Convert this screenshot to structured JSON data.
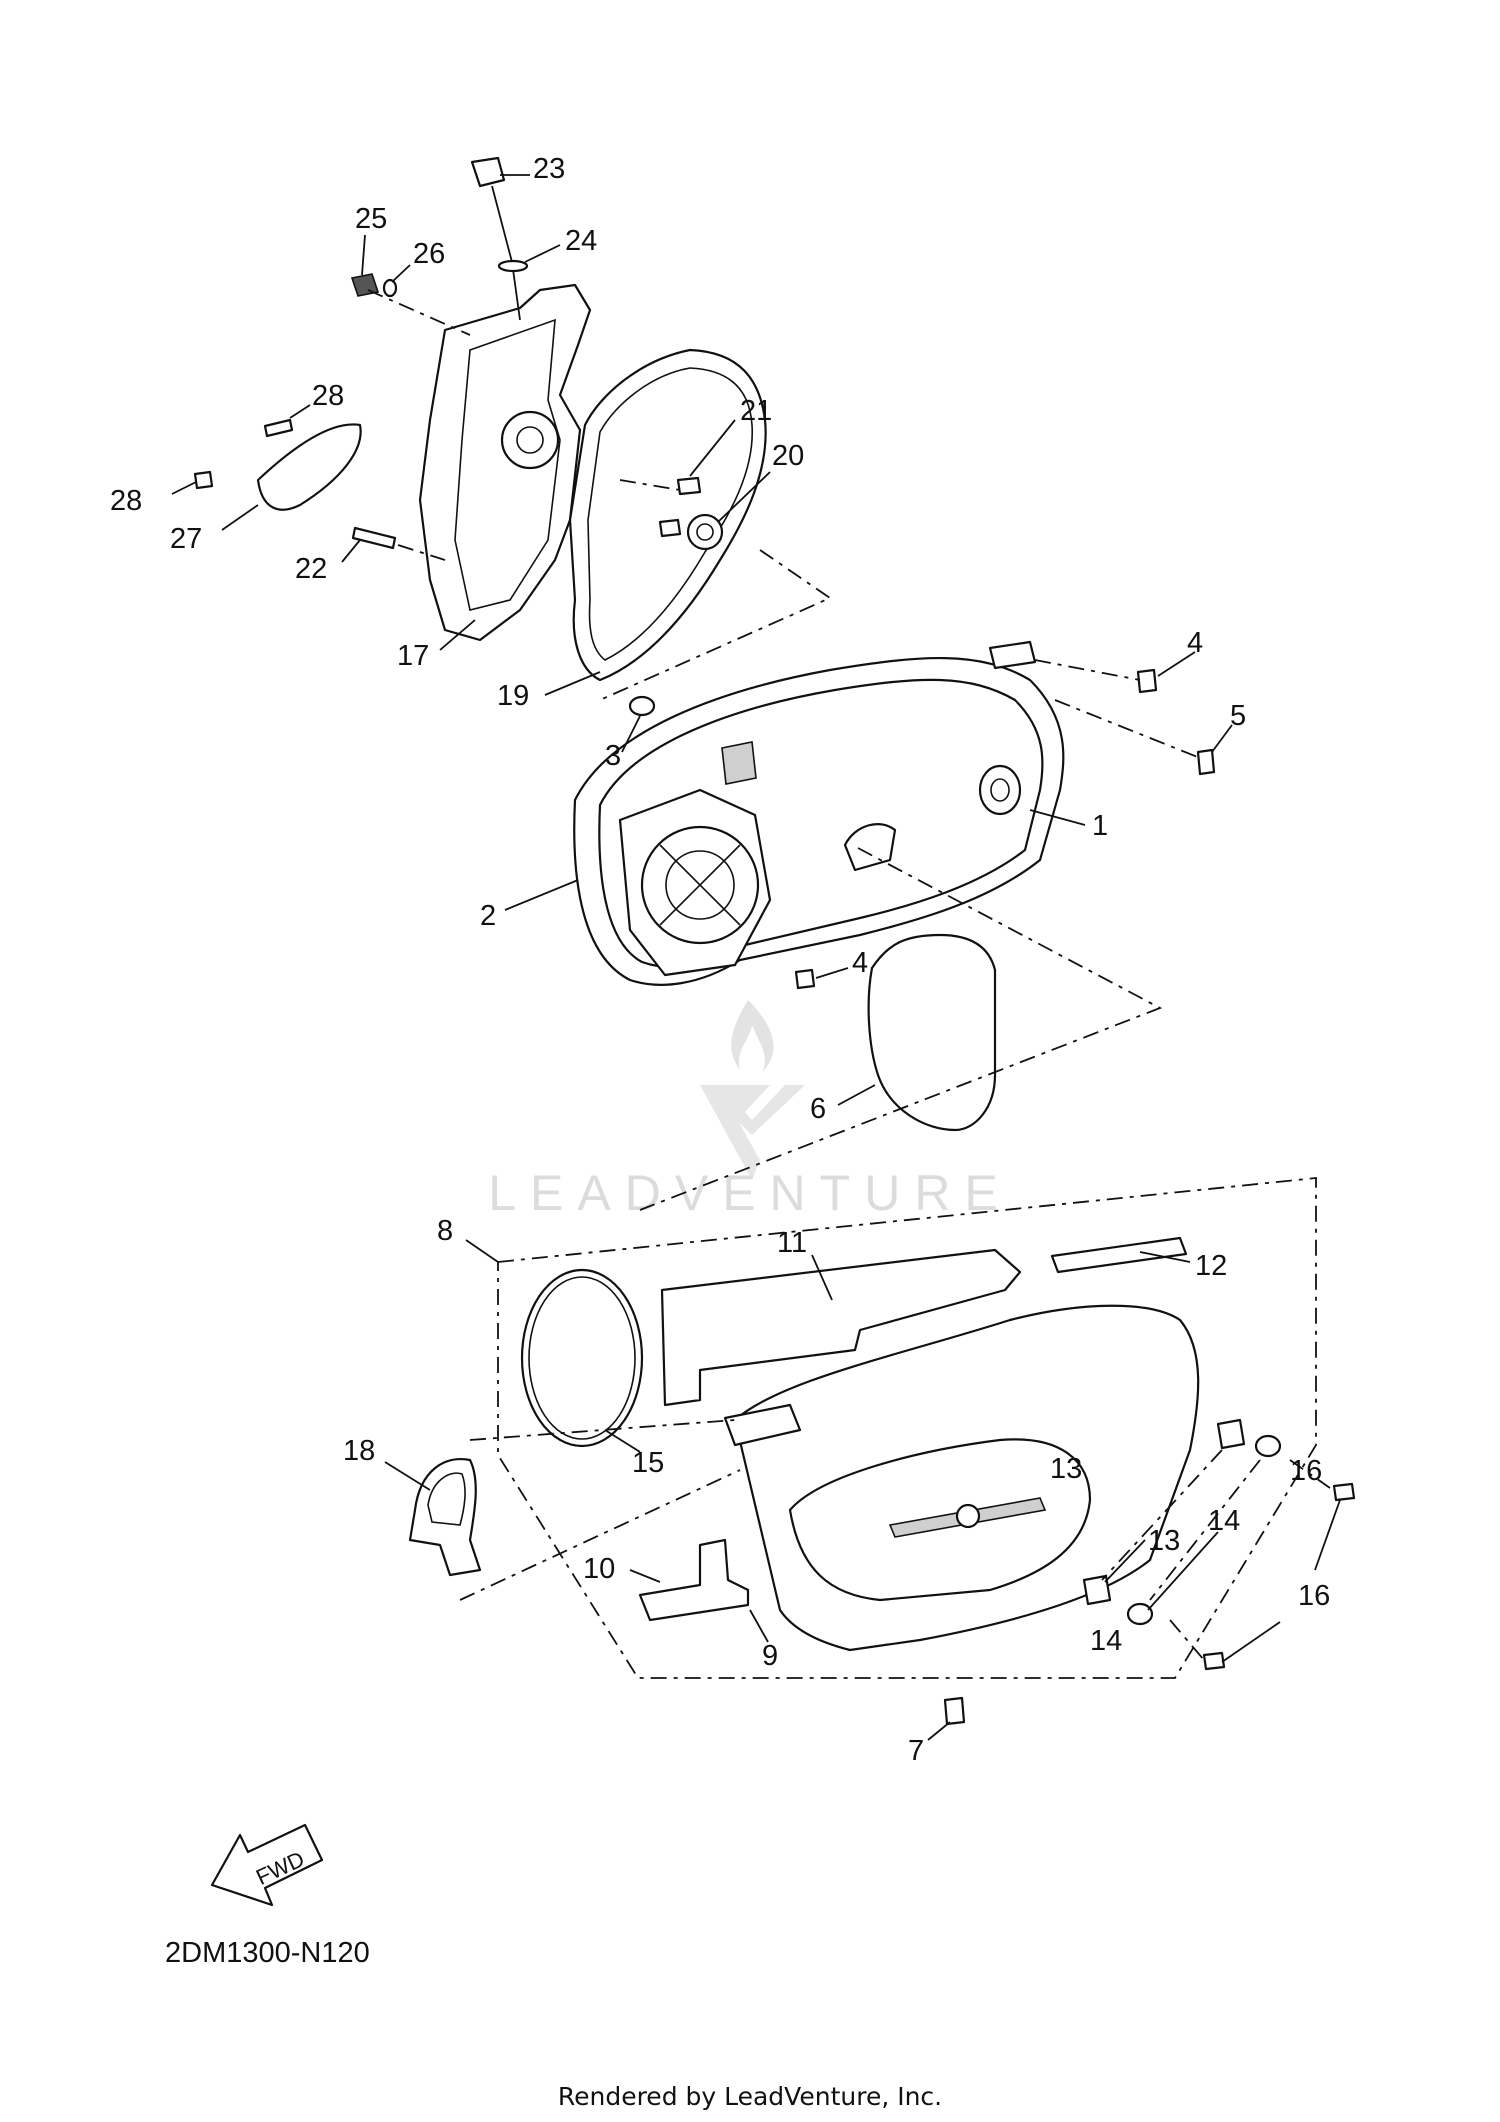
{
  "diagram": {
    "part_numbers": [
      "1",
      "2",
      "3",
      "4",
      "4",
      "5",
      "6",
      "7",
      "8",
      "9",
      "10",
      "11",
      "12",
      "13",
      "13",
      "14",
      "14",
      "15",
      "16",
      "16",
      "17",
      "18",
      "19",
      "20",
      "21",
      "22",
      "23",
      "24",
      "25",
      "26",
      "27",
      "28",
      "28"
    ],
    "diagram_code": "2DM1300-N120",
    "fwd_label": "FWD",
    "watermark": "LEADVENTURE",
    "footer_credit": "Rendered by LeadVenture, Inc."
  },
  "colors": {
    "line": "#111111",
    "watermark": "#dcdcdc",
    "background": "#ffffff"
  }
}
